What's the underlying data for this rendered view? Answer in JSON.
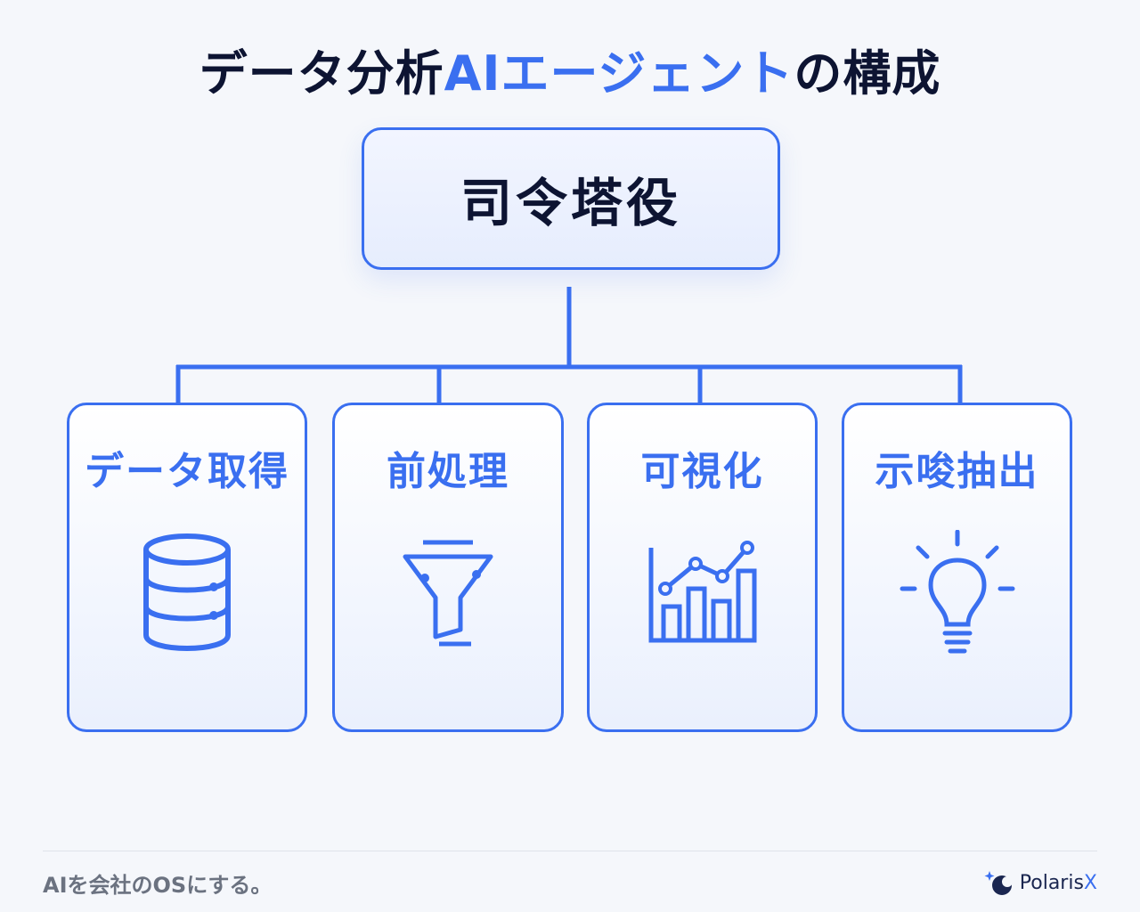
{
  "title": {
    "part1": "データ分析",
    "accent": "AIエージェント",
    "part2": "の構成"
  },
  "root": {
    "label": "司令塔役"
  },
  "cards": [
    {
      "label": "データ取得",
      "icon": "database-icon"
    },
    {
      "label": "前処理",
      "icon": "funnel-icon"
    },
    {
      "label": "可視化",
      "icon": "chart-icon"
    },
    {
      "label": "示唆抽出",
      "icon": "lightbulb-icon"
    }
  ],
  "footer": {
    "tagline": "AIを会社のOSにする。",
    "brand_main": "Polaris",
    "brand_accent": "X"
  },
  "colors": {
    "accent": "#3a6ff0",
    "text": "#0d1432",
    "background": "#f5f7fb"
  }
}
